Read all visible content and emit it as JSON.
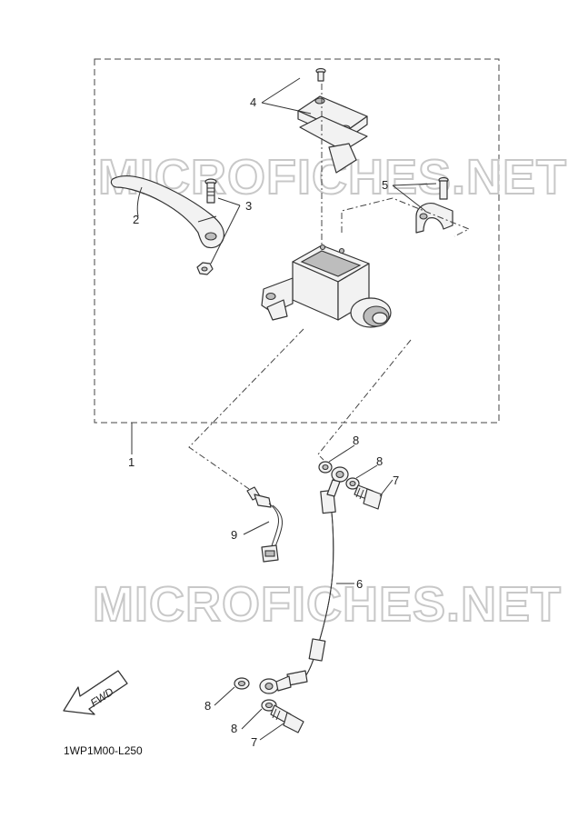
{
  "diagram": {
    "code": "1WP1M00-L250",
    "watermark": "MICROFICHES.NET",
    "fwd_label": "FWD",
    "callouts": {
      "c1": "1",
      "c2": "2",
      "c3": "3",
      "c4": "4",
      "c5": "5",
      "c6": "6",
      "c7a": "7",
      "c7b": "7",
      "c8a": "8",
      "c8b": "8",
      "c8c": "8",
      "c8d": "8",
      "c9": "9"
    }
  }
}
